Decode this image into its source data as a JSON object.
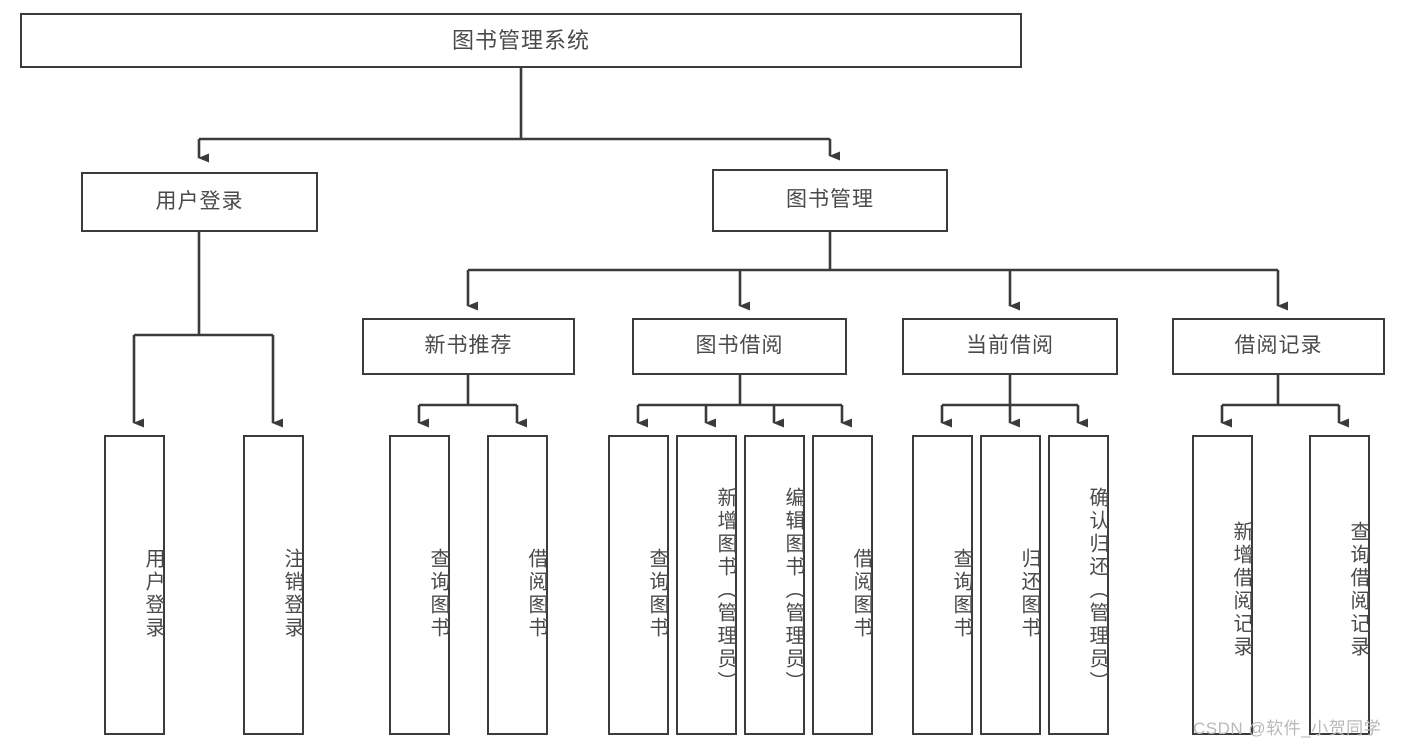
{
  "diagram": {
    "title": "图书管理系统",
    "type": "tree-functional-structure",
    "root": {
      "label": "图书管理系统"
    },
    "level1": [
      {
        "label": "用户登录"
      },
      {
        "label": "图书管理"
      }
    ],
    "level2": [
      {
        "label": "新书推荐"
      },
      {
        "label": "图书借阅"
      },
      {
        "label": "当前借阅"
      },
      {
        "label": "借阅记录"
      }
    ],
    "leaves": {
      "user_login": [
        {
          "label": "用户登录"
        },
        {
          "label": "注销登录"
        }
      ],
      "new_book_recommend": [
        {
          "label": "查询图书"
        },
        {
          "label": "借阅图书"
        }
      ],
      "book_borrow": [
        {
          "label": "查询图书"
        },
        {
          "label": "新增图书（管理员）"
        },
        {
          "label": "编辑图书（管理员）"
        },
        {
          "label": "借阅图书"
        }
      ],
      "current_borrow": [
        {
          "label": "查询图书"
        },
        {
          "label": "归还图书"
        },
        {
          "label": "确认归还（管理员）"
        }
      ],
      "borrow_record": [
        {
          "label": "新增借阅记录"
        },
        {
          "label": "查询借阅记录"
        }
      ]
    },
    "watermark": "CSDN @软件_小贺同学",
    "colors": {
      "stroke": "#3b3b3b",
      "text": "#4a4a4a",
      "background": "#ffffff",
      "watermark": "#b9b9b9"
    }
  }
}
